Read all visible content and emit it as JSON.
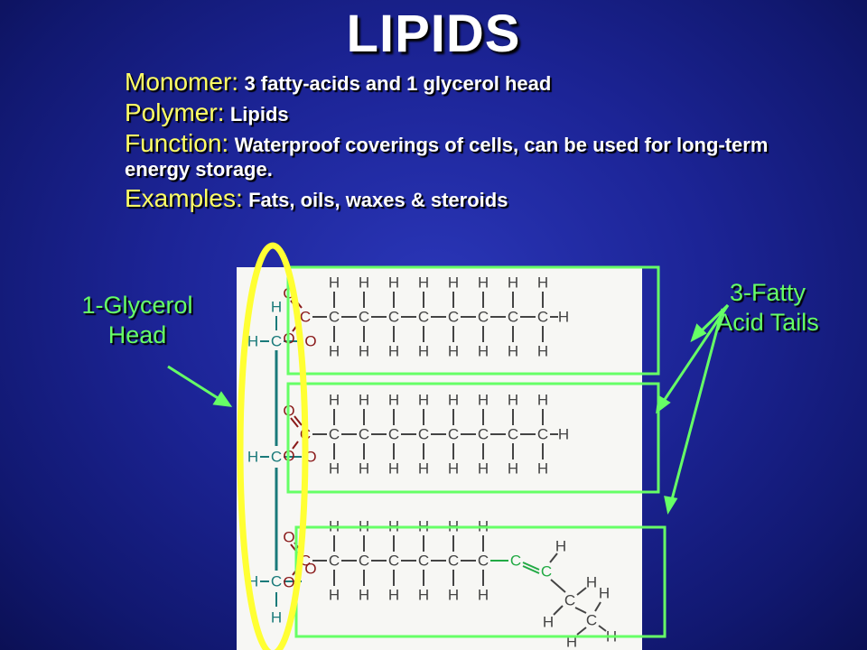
{
  "title": "LIPIDS",
  "bullets": [
    {
      "key": "Monomer:",
      "value": "3 fatty-acids and 1 glycerol head"
    },
    {
      "key": "Polymer:",
      "value": "Lipids"
    },
    {
      "key": "Function:",
      "value": "Waterproof coverings of cells, can be used for long-term energy storage."
    },
    {
      "key": "Examples:",
      "value": "Fats, oils, waxes & steroids"
    }
  ],
  "labels": {
    "glycerol_line1": "1-Glycerol",
    "glycerol_line2": "Head",
    "fatty_line1": "3-Fatty",
    "fatty_line2": "Acid Tails"
  },
  "atoms": {
    "hydrogen": "H",
    "carbon": "C",
    "oxygen": "O"
  },
  "colors": {
    "highlight_ellipse": "#ffff33",
    "highlight_boxes": "#66ff66",
    "arrows": "#66ff66",
    "carbon": "#444444",
    "oxygen": "#8a1a1a",
    "glycerol": "#1a7a7a",
    "double_bond": "#22aa44"
  }
}
